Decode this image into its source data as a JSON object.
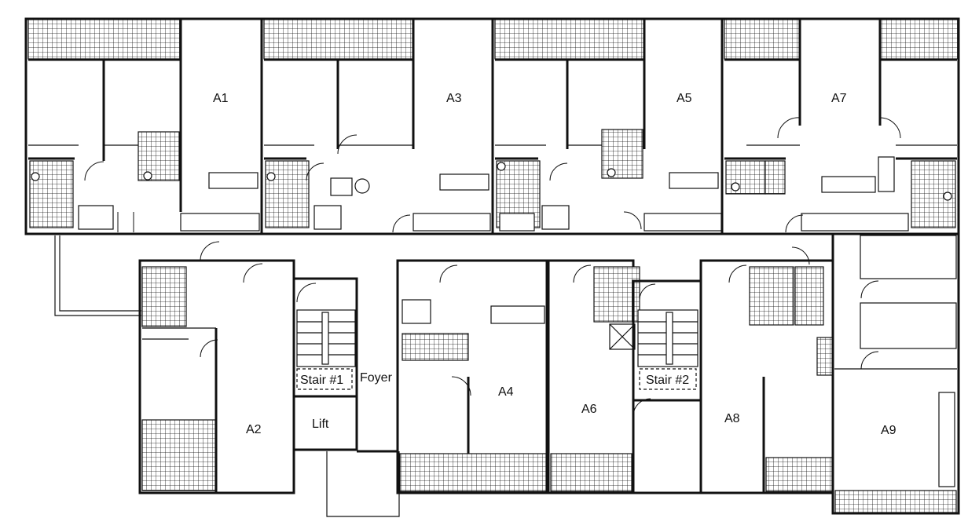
{
  "units": {
    "a1": "A1",
    "a2": "A2",
    "a3": "A3",
    "a4": "A4",
    "a5": "A5",
    "a6": "A6",
    "a7": "A7",
    "a8": "A8",
    "a9": "A9"
  },
  "common": {
    "stair1": "Stair #1",
    "stair2": "Stair #2",
    "lift": "Lift",
    "foyer": "Foyer"
  }
}
